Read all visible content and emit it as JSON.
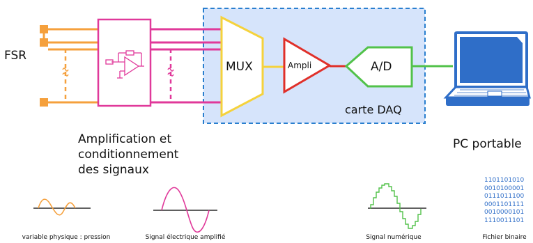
{
  "labels": {
    "fsr": "FSR",
    "mux": "MUX",
    "ampli": "Ampli",
    "ad": "A/D",
    "daq_card": "carte DAQ",
    "conditioning": "Amplification et\nconditionnement\ndes signaux",
    "pc": "PC portable"
  },
  "waveforms": {
    "pressure": "variable physique : pression",
    "electrical": "Signal électrique amplifié",
    "digital": "Signal numérique",
    "binary_file": "Fichier binaire"
  },
  "binary_lines": [
    "1101101010",
    "0010100001",
    "0111011100",
    "0001101111",
    "0010000101",
    "1110011101"
  ],
  "colors": {
    "sensor": "#f5a03c",
    "conditioning": "#e0399a",
    "mux": "#f5d23c",
    "ampli": "#e0302a",
    "ad": "#52c24a",
    "daq_border": "#2a7fcf",
    "daq_fill": "#d6e4fb",
    "laptop": "#2f6ec8",
    "binary_text": "#2f6ec8"
  }
}
